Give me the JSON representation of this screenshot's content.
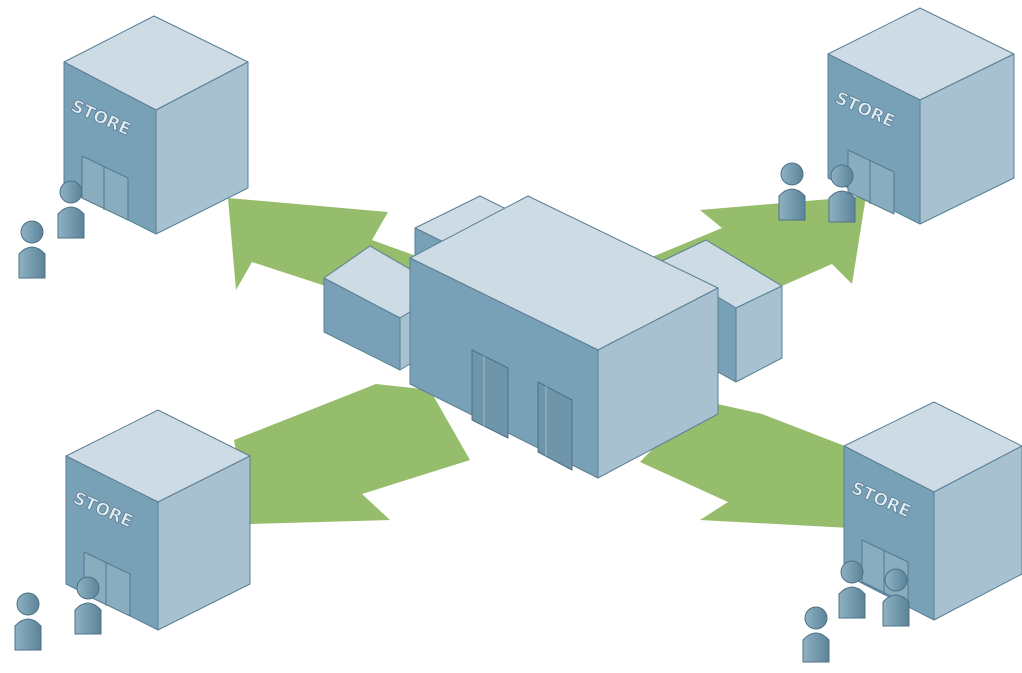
{
  "diagram": {
    "store_sign": "STORE",
    "stores": [
      {
        "id": "store-top-left",
        "sign": "STORE"
      },
      {
        "id": "store-top-right",
        "sign": "STORE"
      },
      {
        "id": "store-bottom-left",
        "sign": "STORE"
      },
      {
        "id": "store-bottom-right",
        "sign": "STORE"
      }
    ],
    "colors": {
      "arrow": "#95bd6b",
      "top_face": "#ccdbe4",
      "right_face": "#a7c1d0",
      "left_face": "#78a0b6",
      "edge": "#5a7f95",
      "sign_text": "#e6edf2",
      "person": "#6a93a9"
    }
  }
}
